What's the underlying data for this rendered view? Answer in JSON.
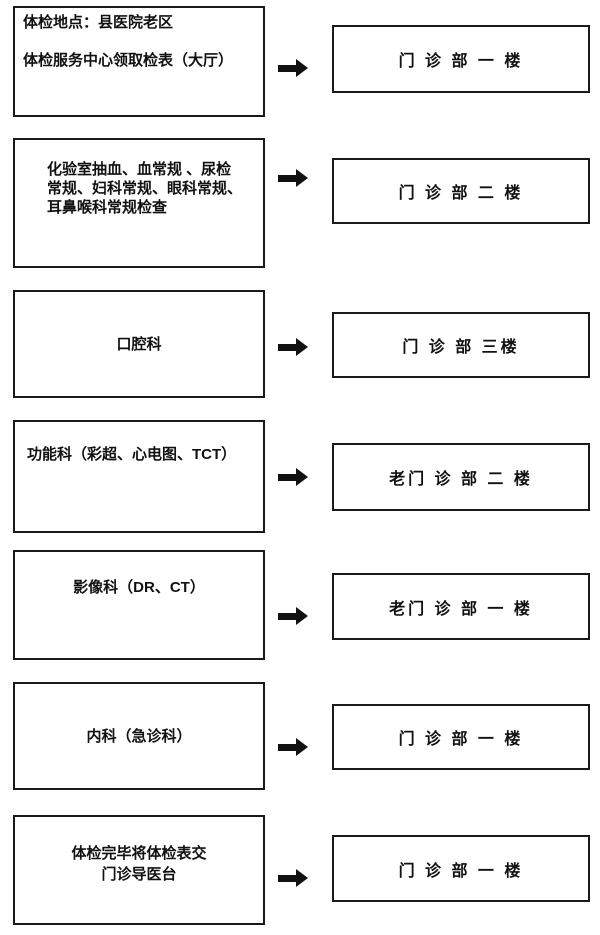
{
  "page": {
    "background_color": "#ffffff",
    "border_color": "#1a1a1a",
    "text_color": "#111111",
    "title_line": "体检地点：县医院老区"
  },
  "flow": {
    "rows": [
      {
        "left": [
          "体检地点：县医院老区",
          "",
          "体检服务中心领取检表（大厅）"
        ],
        "right": "门 诊 部 一 楼"
      },
      {
        "left": [
          "化验室抽血、血常规 、尿检",
          "常规、妇科常规、眼科常规、",
          "耳鼻喉科常规检查"
        ],
        "right": "门 诊 部 二 楼"
      },
      {
        "left": [
          "口腔科"
        ],
        "right": "门 诊 部 三楼"
      },
      {
        "left": [
          "功能科（彩超、心电图、TCT）"
        ],
        "right": "老门 诊 部 二 楼"
      },
      {
        "left": [
          "影像科（DR、CT）"
        ],
        "right": "老门 诊 部 一 楼"
      },
      {
        "left": [
          "内科（急诊科）"
        ],
        "right": "门 诊 部 一 楼"
      },
      {
        "left": [
          "体检完毕将体检表交",
          "门诊导医台"
        ],
        "right": "门 诊 部 一 楼"
      }
    ]
  }
}
